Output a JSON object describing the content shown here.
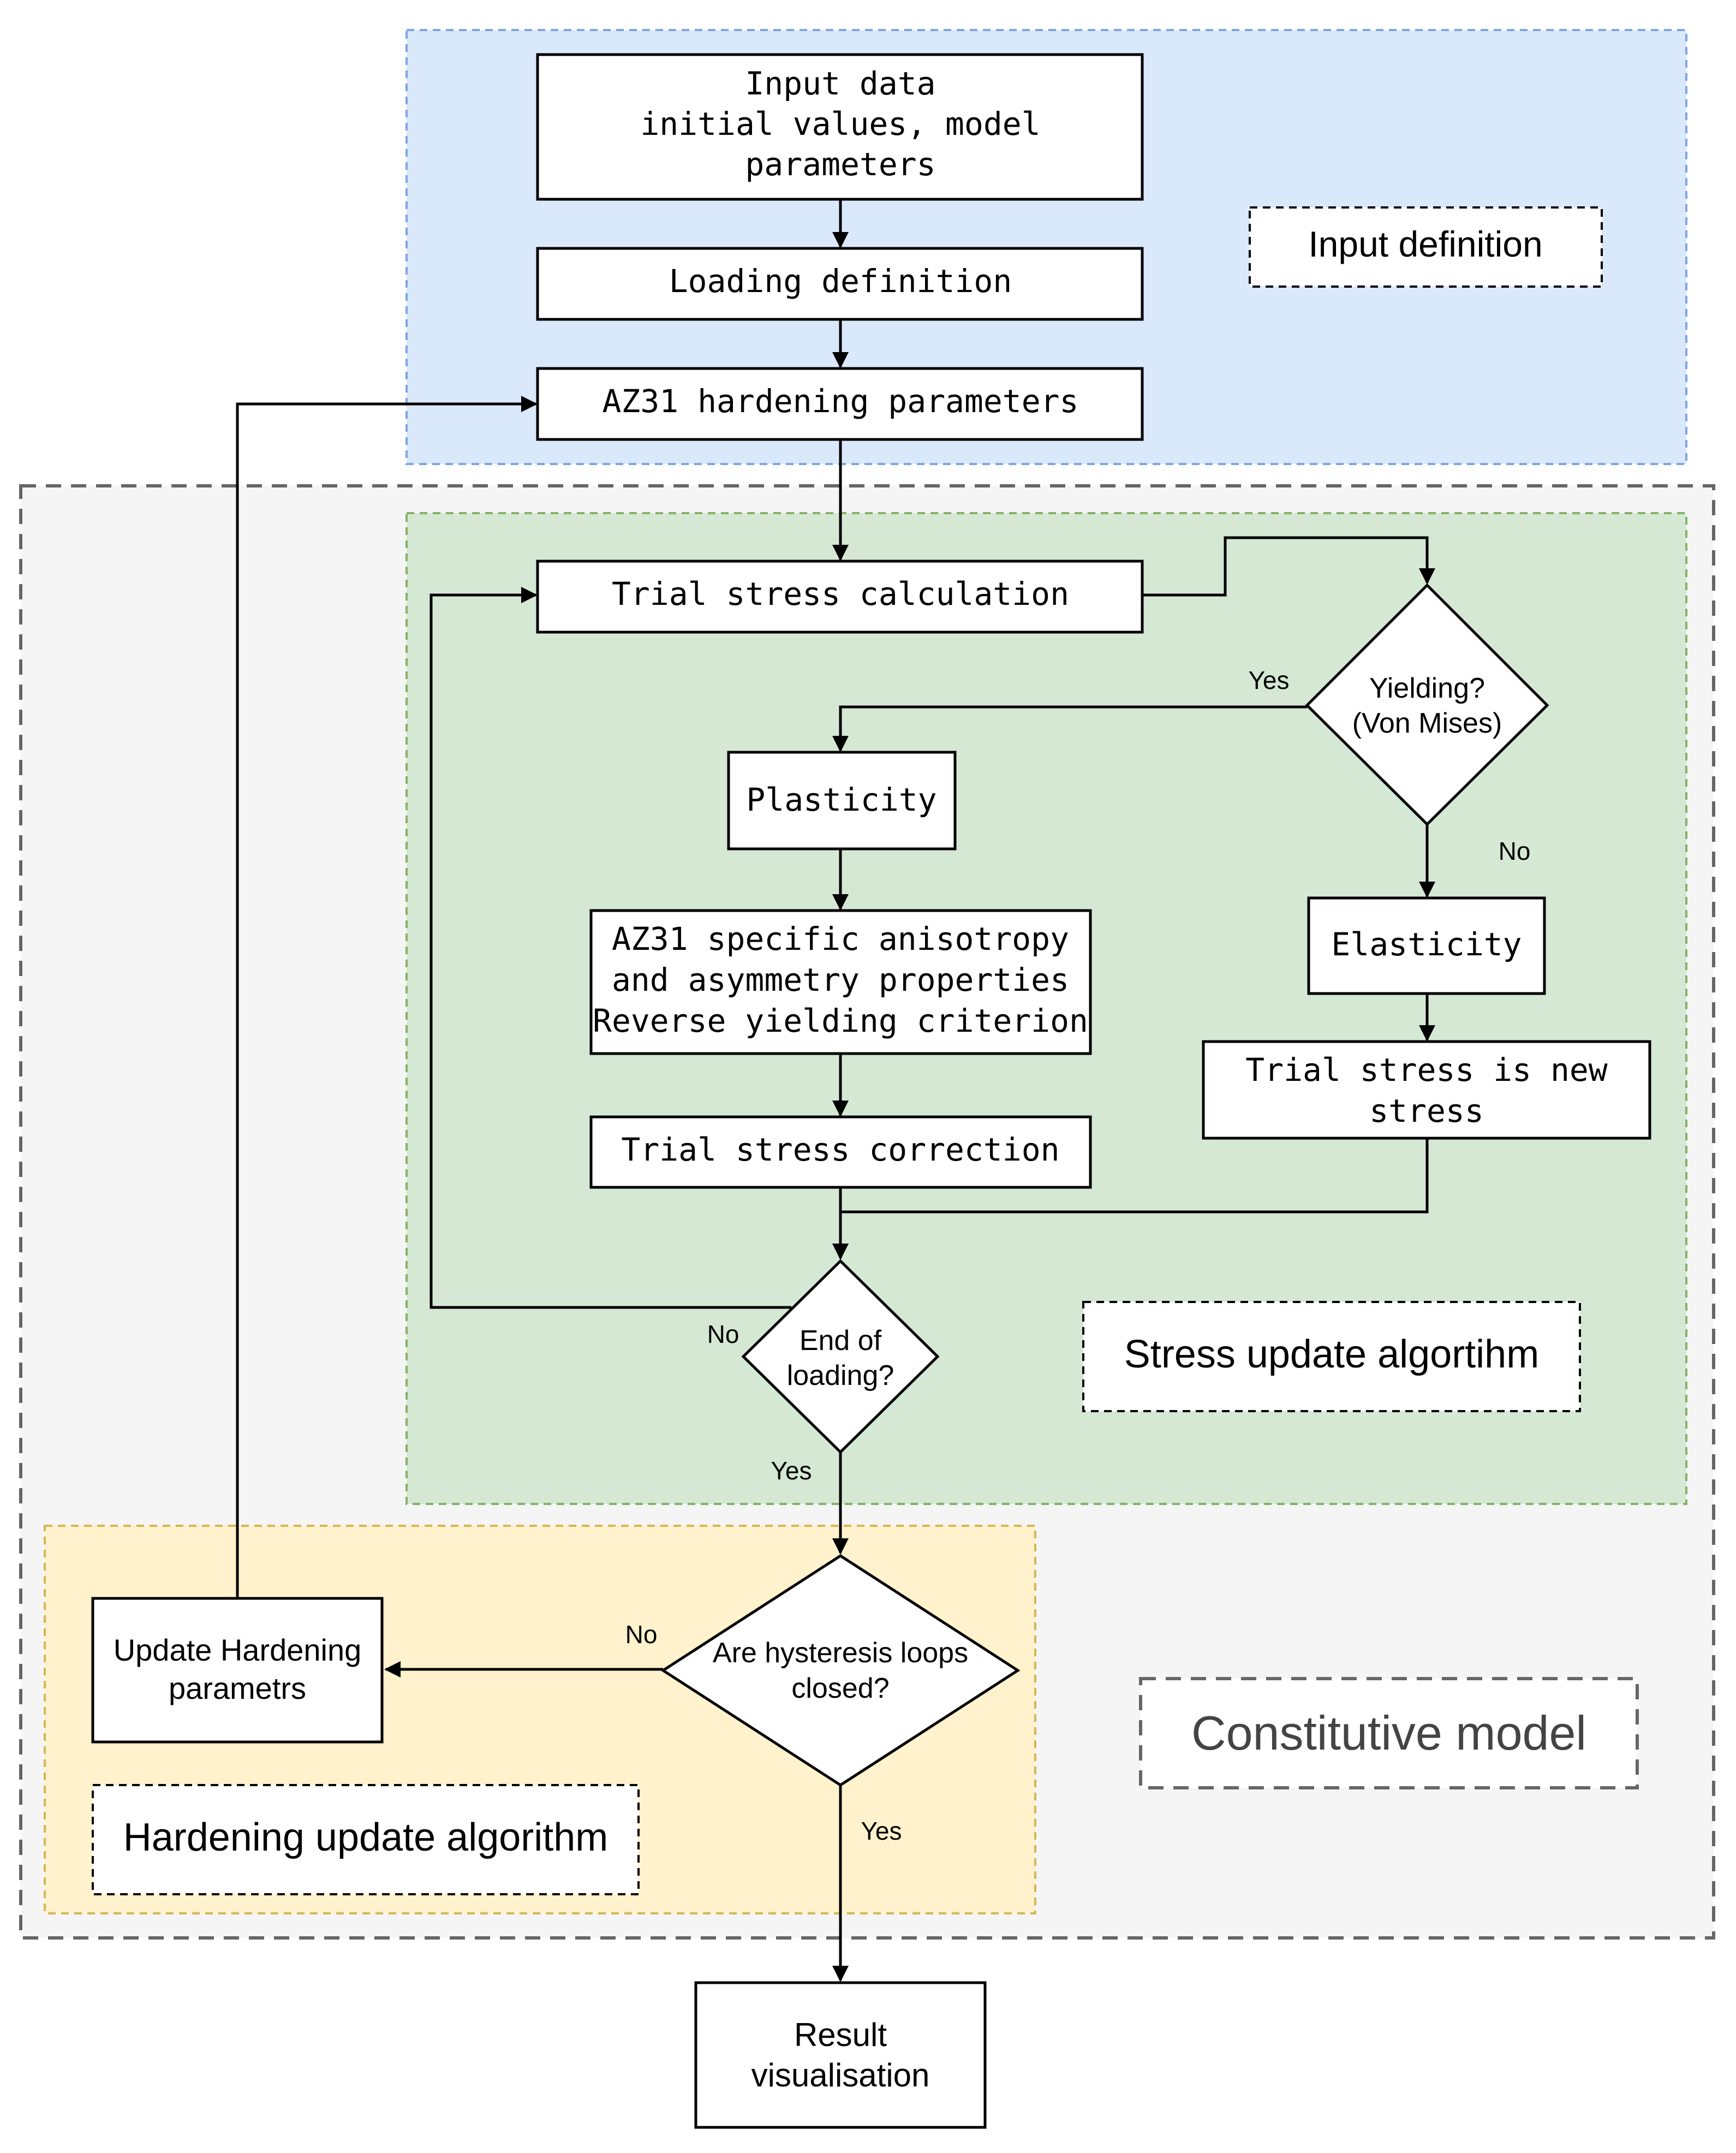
{
  "regions": {
    "input": "Input definition",
    "stress": "Stress update algortihm",
    "hardening": "Hardening update algorithm",
    "constitutive": "Constitutive model"
  },
  "nodes": {
    "input_data": [
      "Input data",
      "initial values, model",
      "parameters"
    ],
    "loading": "Loading definition",
    "az31_hardening": "AZ31 hardening parameters",
    "trial_calc": "Trial stress calculation",
    "yielding": [
      "Yielding?",
      "(Von Mises)"
    ],
    "plasticity": "Plasticity",
    "az31_specific": [
      "AZ31 specific anisotropy",
      "and asymmetry properties",
      "Reverse yielding criterion"
    ],
    "trial_correction": "Trial stress correction",
    "elasticity": "Elasticity",
    "trial_new": [
      "Trial stress is new",
      "stress"
    ],
    "end_loading": [
      "End of",
      "loading?"
    ],
    "hysteresis": [
      "Are hysteresis loops",
      "closed?"
    ],
    "update_hardening": [
      "Update Hardening",
      "parametrs"
    ],
    "result": [
      "Result",
      "visualisation"
    ]
  },
  "edge_labels": {
    "yes_yield": "Yes",
    "no_yield": "No",
    "no_end": "No",
    "yes_end": "Yes",
    "no_hyst": "No",
    "yes_hyst": "Yes"
  },
  "colors": {
    "input_region": "#dae8fc",
    "input_border": "#7ea6e0",
    "stress_region": "#d5e8d4",
    "stress_border": "#82b366",
    "hardening_region": "#fff2cc",
    "hardening_border": "#d6b656",
    "constitutive_region": "#f5f5f5",
    "constitutive_border": "#666666"
  }
}
